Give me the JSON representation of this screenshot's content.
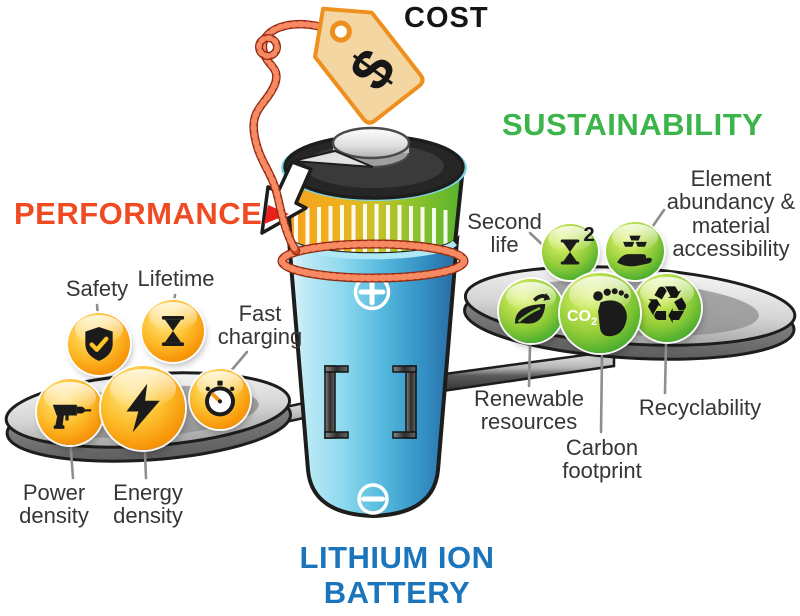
{
  "titles": {
    "cost": "COST",
    "performance": "PERFORMANCE",
    "sustainability": "SUSTAINABILITY",
    "battery_line1": "LITHIUM ION",
    "battery_line2": "BATTERY"
  },
  "tag": {
    "symbol": "$"
  },
  "battery": {
    "positive": "+",
    "negative": "−"
  },
  "performance_items": [
    {
      "id": "safety",
      "label": "Safety",
      "icon": "shield-check-icon"
    },
    {
      "id": "lifetime",
      "label": "Lifetime",
      "icon": "hourglass-icon"
    },
    {
      "id": "fast-charging",
      "label": "Fast charging",
      "icon": "stopwatch-icon"
    },
    {
      "id": "power-density",
      "label": "Power density",
      "icon": "drill-icon"
    },
    {
      "id": "energy-density",
      "label": "Energy density",
      "icon": "lightning-icon"
    }
  ],
  "sustainability_items": [
    {
      "id": "second-life",
      "label": "Second life",
      "icon": "hourglass-2-icon",
      "badge_sup": "2"
    },
    {
      "id": "element-abundancy",
      "label": "Element abundancy & material accessibility",
      "icon": "hand-minerals-icon"
    },
    {
      "id": "renewable-resources",
      "label": "Renewable resources",
      "icon": "leaf-recycle-icon"
    },
    {
      "id": "carbon-footprint",
      "label": "Carbon footprint",
      "icon": "footprint-icon",
      "badge_text": "CO",
      "badge_sub": "2"
    },
    {
      "id": "recyclability",
      "label": "Recyclability",
      "icon": "recycle-icon",
      "badge_glyph": "♻"
    }
  ],
  "colors": {
    "performance_accent": "#f04a23",
    "sustainability_accent": "#3bb54a",
    "battery_text": "#1b75bc",
    "cost_text": "#151515",
    "tag_fill": "#f4d6a3",
    "tag_border": "#ef8f1d",
    "rope": "#d14a26",
    "orange_badge": "#f8990b",
    "green_badge": "#4aad2e",
    "battery_body": "#55b9dd",
    "gauge_orange": "#f6a01e",
    "gauge_green": "#57b32d",
    "pan_gray": "#d2d2d2"
  }
}
